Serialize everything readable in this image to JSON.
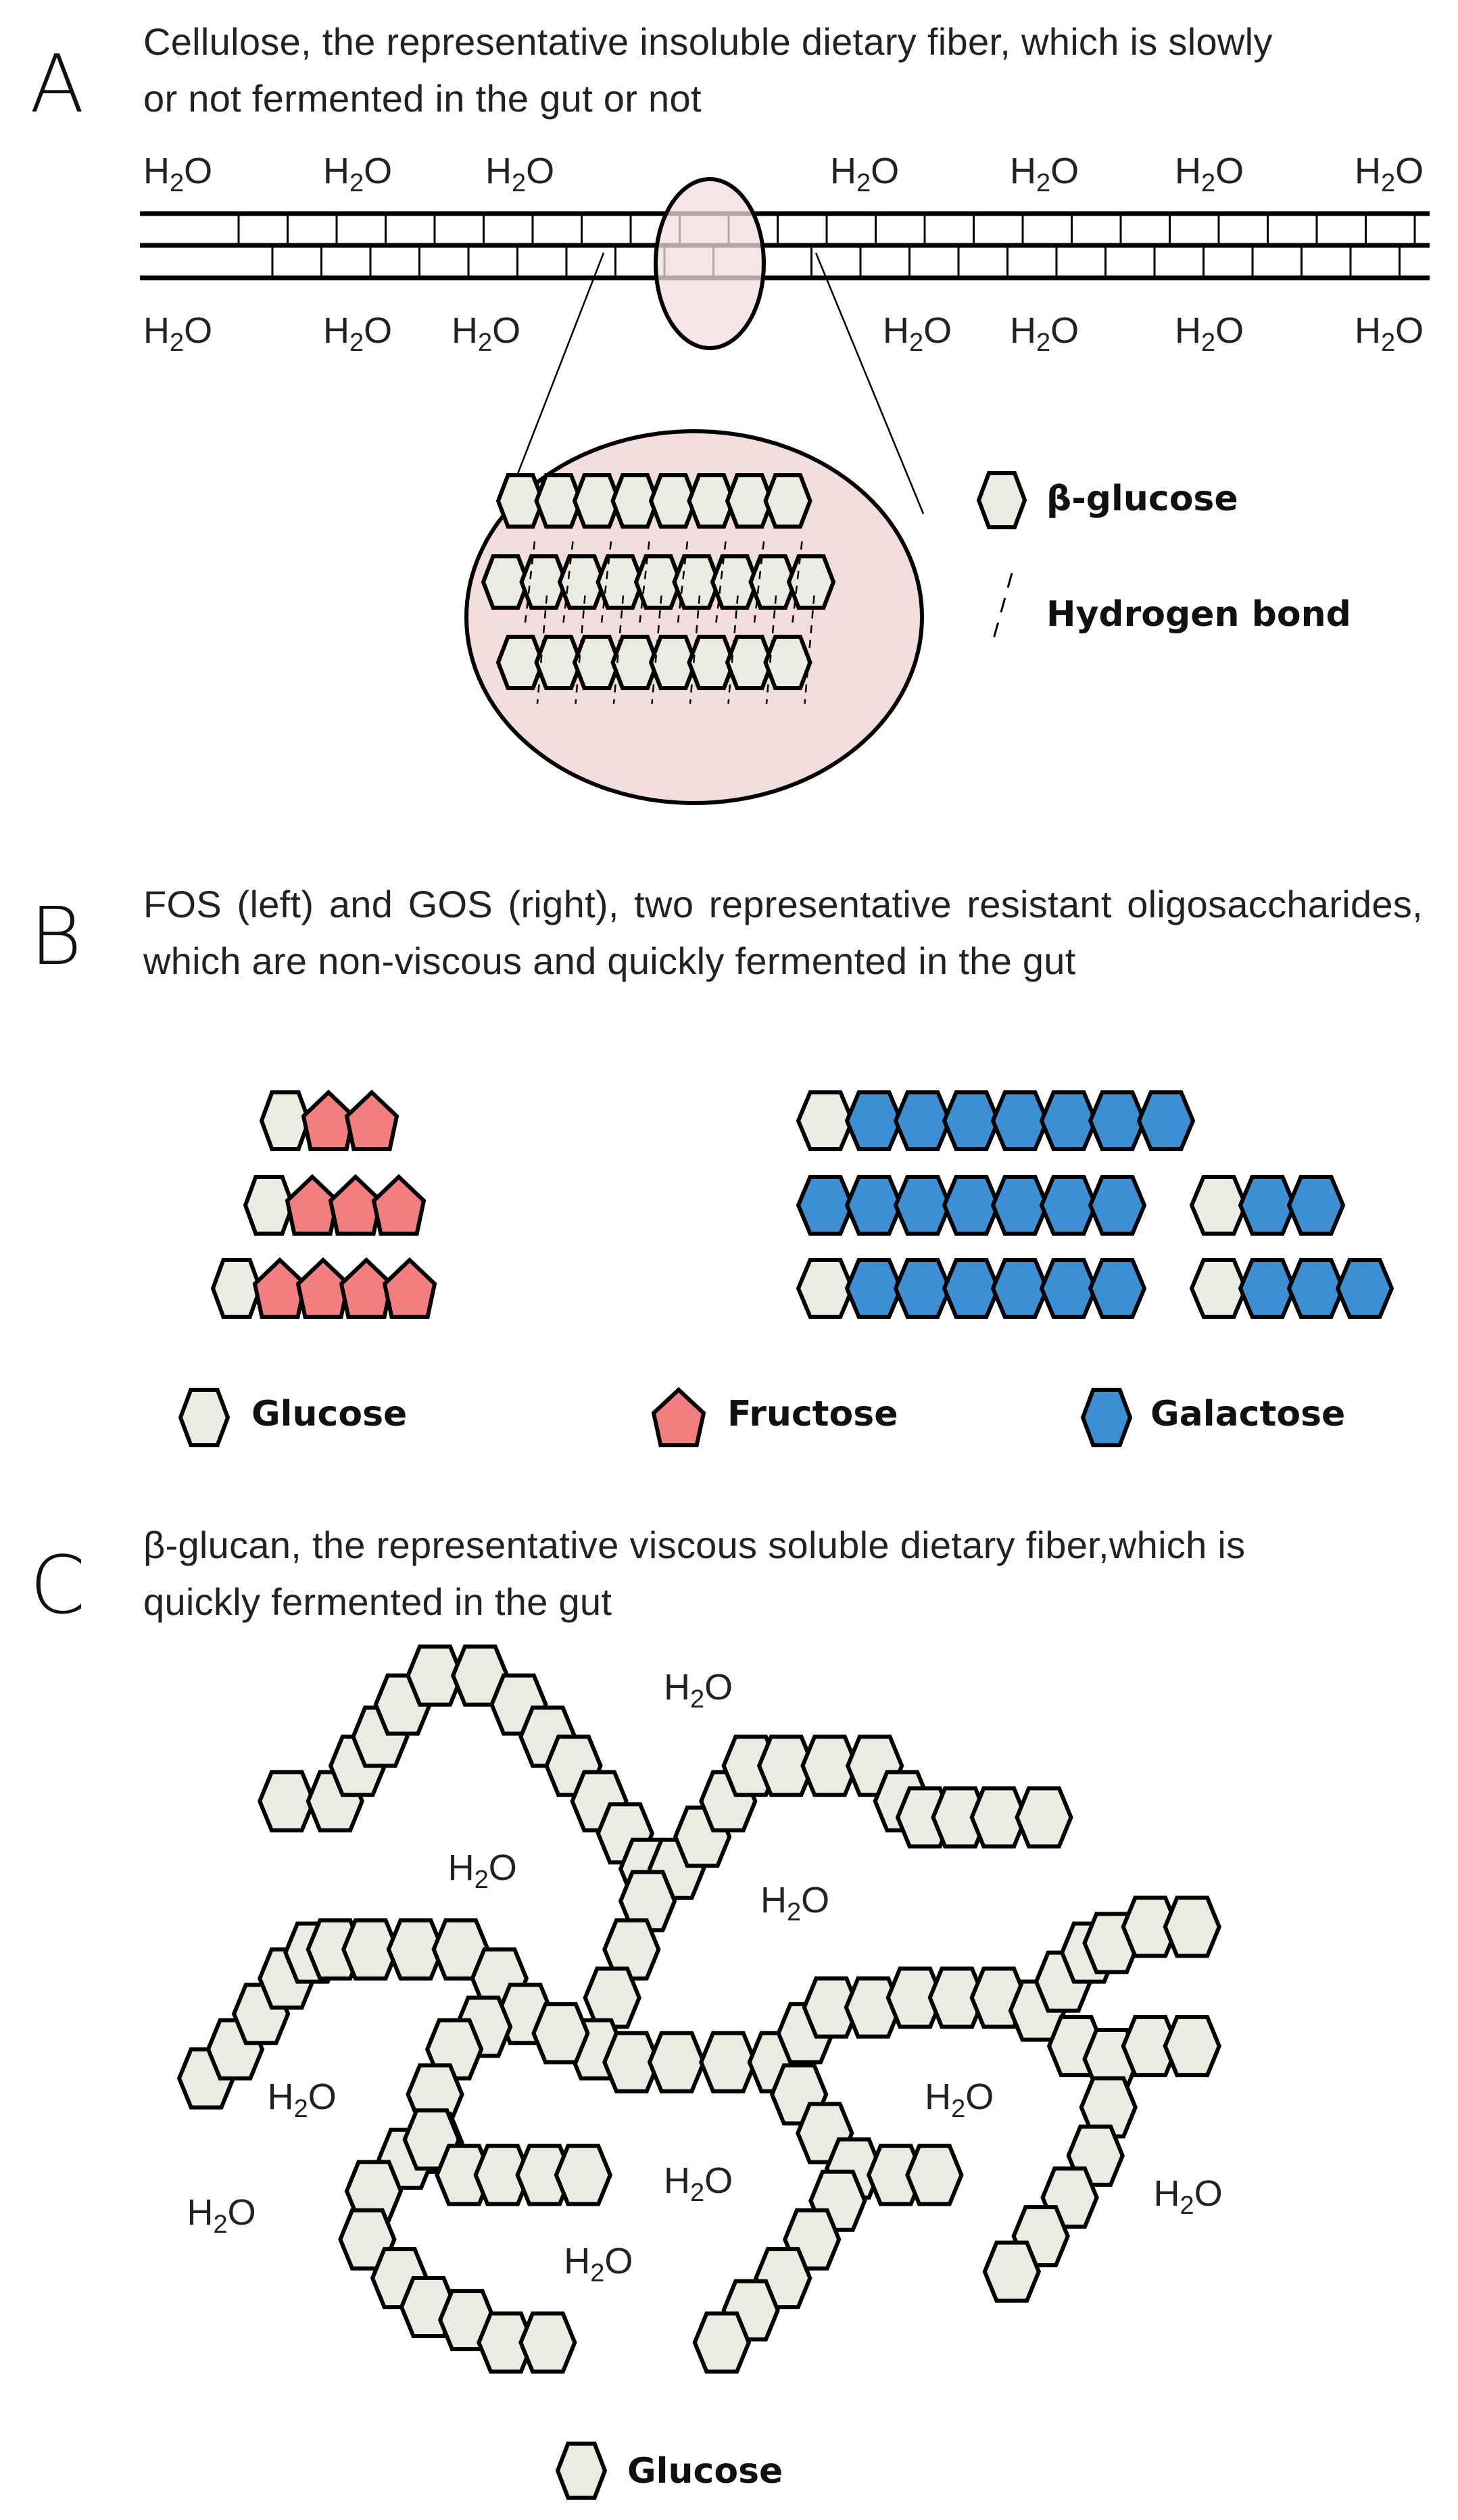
{
  "colors": {
    "glucose": "#ecebe2",
    "fructose": "#f27f7f",
    "galactose": "#3d8fd4",
    "ellipse_fill": "#f3dcdc",
    "outline": "#000000"
  },
  "panel_a": {
    "letter": "A",
    "caption_line1": "Cellulose, the representative insoluble dietary fiber, which is slowly",
    "caption_line2": "or not fermented  in the gut or not",
    "water_label": "H",
    "water_sub": "2",
    "water_tail": "O",
    "top_water_count": 7,
    "bottom_water_count": 7,
    "zoom_rows": [
      8,
      9,
      8
    ],
    "legend": [
      {
        "icon": "hexagon-icon",
        "label": "β-glucose"
      },
      {
        "icon": "hydrogen-bond-icon",
        "label": "Hydrogen bond"
      }
    ]
  },
  "panel_b": {
    "letter": "B",
    "caption": "FOS (left) and GOS (right), two representative resistant oligosaccharides, which are non-viscous and quickly fermented in the gut",
    "fos_chains": [
      [
        "glucose",
        "fructose",
        "fructose"
      ],
      [
        "glucose",
        "fructose",
        "fructose",
        "fructose"
      ],
      [
        "glucose",
        "fructose",
        "fructose",
        "fructose",
        "fructose"
      ]
    ],
    "gos_chains": [
      [
        [
          "glucose",
          "galactose",
          "galactose",
          "galactose",
          "galactose",
          "galactose",
          "galactose",
          "galactose"
        ]
      ],
      [
        [
          "galactose",
          "galactose",
          "galactose",
          "galactose",
          "galactose",
          "galactose",
          "galactose"
        ],
        [
          "glucose",
          "galactose",
          "galactose"
        ]
      ],
      [
        [
          "glucose",
          "galactose",
          "galactose",
          "galactose",
          "galactose",
          "galactose",
          "galactose"
        ],
        [
          "glucose",
          "galactose",
          "galactose",
          "galactose"
        ]
      ]
    ],
    "legend": [
      {
        "icon": "glucose-hexagon-icon",
        "label": "Glucose"
      },
      {
        "icon": "fructose-pentagon-icon",
        "label": "Fructose"
      },
      {
        "icon": "galactose-hexagon-icon",
        "label": "Galactose"
      }
    ]
  },
  "panel_c": {
    "letter": "C",
    "caption_line1": "β-glucan, the representative viscous soluble dietary fiber,which is",
    "caption_line2": "quickly fermented  in the gut",
    "water_count": 9,
    "legend": {
      "icon": "glucose-hexagon-icon",
      "label": "Glucose"
    }
  }
}
